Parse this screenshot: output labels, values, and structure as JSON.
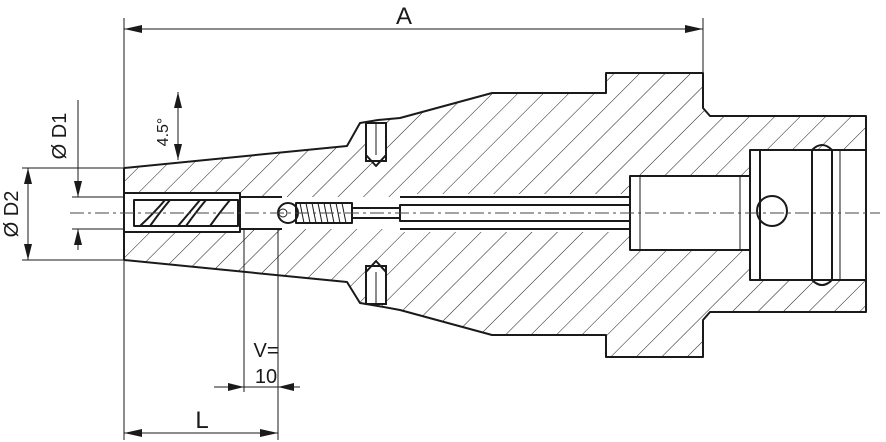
{
  "dimensions": {
    "a": "A",
    "d1": "Ø D1",
    "d2": "Ø D2",
    "angle": "4.5°",
    "v_label": "V=",
    "v_value": "10",
    "l": "L"
  }
}
